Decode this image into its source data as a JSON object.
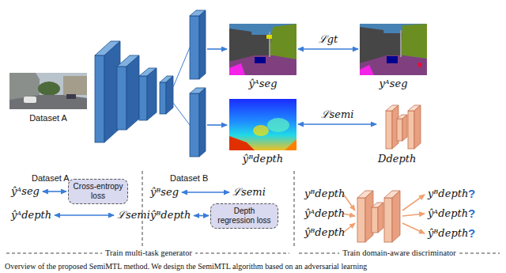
{
  "diagram": {
    "caption": "Overview of the proposed SemiMTL method. We design the SemiMTL algorithm based on an adversarial learning",
    "nodes": [
      {
        "text": [
          "Dataset A"
        ]
      },
      {
        "text": [
          "ŷᴬseg"
        ]
      },
      {
        "text": [
          "yᴬseg"
        ]
      },
      {
        "text": [
          "ŷᴮdepth"
        ]
      },
      {
        "text": [
          "Ddepth"
        ]
      },
      {
        "text": [
          "ŷᴬseg"
        ]
      },
      {
        "text": [
          "Cross-entropy loss"
        ]
      },
      {
        "text": [
          "ŷᴬdepth"
        ]
      },
      {
        "text": [
          "ℒsemi"
        ]
      },
      {
        "text": [
          "ŷᴮseg"
        ]
      },
      {
        "text": [
          "ℒsemi"
        ]
      },
      {
        "text": [
          "ŷᴮdepth"
        ]
      },
      {
        "text": [
          "Depth regression loss"
        ]
      }
    ],
    "edges": [
      {
        "from": 1,
        "to": 2,
        "arrow": "both",
        "label": "ℒgt"
      },
      {
        "from": 3,
        "to": 4,
        "arrow": "both",
        "label": "ℒsemi"
      },
      {
        "from": 5,
        "to": 6,
        "arrow": "both"
      },
      {
        "from": 7,
        "to": 8,
        "arrow": "both"
      },
      {
        "from": 9,
        "to": 10,
        "arrow": "both"
      },
      {
        "from": 11,
        "to": 12,
        "arrow": "both"
      }
    ],
    "labels": [
      "Dataset A",
      "Dataset B",
      "yᴮdepth",
      "ŷᴬdepth",
      "ŷᴮdepth",
      "yᴮdepth",
      "?",
      "ŷᴬdepth",
      "?",
      "ŷᴮdepth",
      "?",
      "Train multi-task generator",
      "Train domain-aware discriminator"
    ]
  }
}
